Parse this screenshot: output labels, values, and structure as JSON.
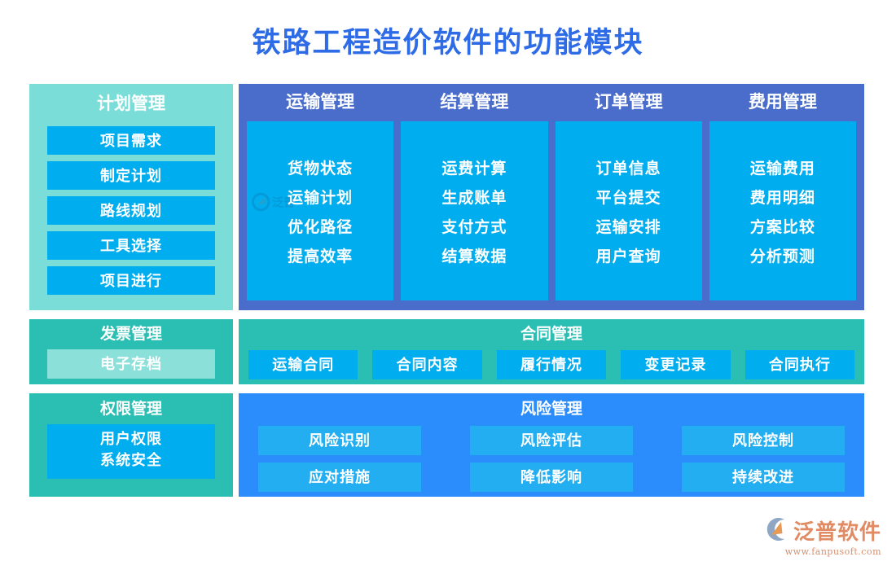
{
  "title": "铁路工程造价软件的功能模块",
  "colors": {
    "title": "#2E6BE6",
    "plan_panel_bg": "#7BDDD8",
    "ops_panel_bg": "#4A6DCC",
    "ops_box_bg": "#00AEEF",
    "teal_panel_bg": "#2BBFB3",
    "invoice_chip_bg": "#8BE0DA",
    "risk_panel_bg": "#2B8CFB",
    "risk_chip_bg": "#22AEF0",
    "brand": "#E08B63",
    "page_bg": "#FFFFFF"
  },
  "plan": {
    "title": "计划管理",
    "items": [
      "项目需求",
      "制定计划",
      "路线规划",
      "工具选择",
      "项目进行"
    ]
  },
  "ops": {
    "columns": [
      {
        "title": "运输管理",
        "items": [
          "货物状态",
          "运输计划",
          "优化路径",
          "提高效率"
        ]
      },
      {
        "title": "结算管理",
        "items": [
          "运费计算",
          "生成账单",
          "支付方式",
          "结算数据"
        ]
      },
      {
        "title": "订单管理",
        "items": [
          "订单信息",
          "平台提交",
          "运输安排",
          "用户查询"
        ]
      },
      {
        "title": "费用管理",
        "items": [
          "运输费用",
          "费用明细",
          "方案比较",
          "分析预测"
        ]
      }
    ]
  },
  "invoice": {
    "title": "发票管理",
    "items": [
      "电子存档"
    ]
  },
  "contract": {
    "title": "合同管理",
    "items": [
      "运输合同",
      "合同内容",
      "履行情况",
      "变更记录",
      "合同执行"
    ]
  },
  "permission": {
    "title": "权限管理",
    "items": [
      "用户权限",
      "系统安全"
    ]
  },
  "risk": {
    "title": "风险管理",
    "items": [
      "风险识别",
      "风险评估",
      "风险控制",
      "应对措施",
      "降低影响",
      "持续改进"
    ]
  },
  "brand": {
    "name": "泛普软件",
    "url": "www.fanpusoft.com"
  }
}
